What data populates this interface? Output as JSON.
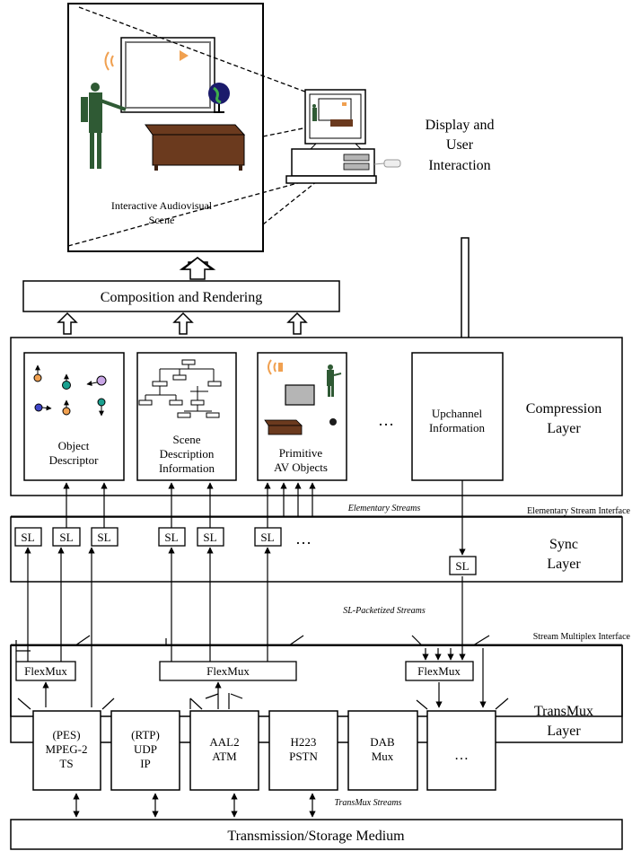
{
  "scene": {
    "label_line1": "Interactive Audiovisual",
    "label_line2": "Scene"
  },
  "display": {
    "label_line1": "Display and",
    "label_line2": "User",
    "label_line3": "Interaction"
  },
  "composition": {
    "label": "Composition and Rendering"
  },
  "compression": {
    "layer_line1": "Compression",
    "layer_line2": "Layer",
    "object_descriptor_line1": "Object",
    "object_descriptor_line2": "Descriptor",
    "scene_desc_line1": "Scene",
    "scene_desc_line2": "Description",
    "scene_desc_line3": "Information",
    "primitive_line1": "Primitive",
    "primitive_line2": "AV Objects",
    "ellipsis": "…",
    "upchannel_line1": "Upchannel",
    "upchannel_line2": "Information"
  },
  "interfaces": {
    "elementary_streams": "Elementary Streams",
    "elementary_stream_interface": "Elementary Stream Interface",
    "sl_packetized_streams": "SL-Packetized Streams",
    "stream_multiplex_interface": "Stream Multiplex Interface",
    "transmux_streams": "TransMux Streams"
  },
  "sync": {
    "layer_line1": "Sync",
    "layer_line2": "Layer",
    "sl_label": "SL",
    "ellipsis": "…"
  },
  "transmux": {
    "layer_line1": "TransMux",
    "layer_line2": "Layer",
    "flexmux_label": "FlexMux",
    "pes_line1": "(PES)",
    "pes_line2": "MPEG-2",
    "pes_line3": "TS",
    "rtp_line1": "(RTP)",
    "rtp_line2": "UDP",
    "rtp_line3": "IP",
    "aal_line1": "AAL2",
    "aal_line2": "ATM",
    "h223_line1": "H223",
    "h223_line2": "PSTN",
    "dab_line1": "DAB",
    "dab_line2": "Mux",
    "ellipsis": "…"
  },
  "medium": {
    "label": "Transmission/Storage Medium"
  },
  "colors": {
    "green": "#2f5a34",
    "orange": "#f0a050",
    "teal": "#1aa08f",
    "blue": "#3f46c8",
    "purple": "#c9a6e6",
    "desk": "#6b3a1e",
    "gray": "#b5b5b5"
  }
}
